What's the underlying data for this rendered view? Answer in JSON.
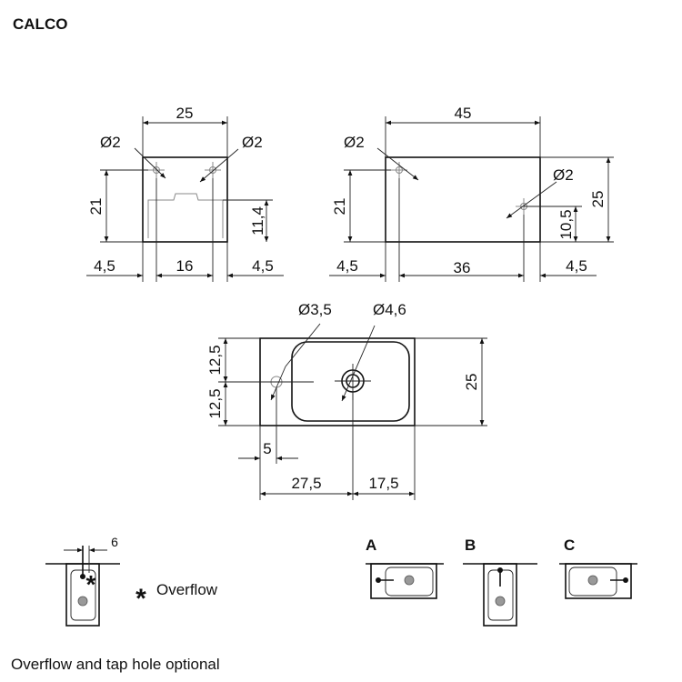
{
  "title": "CALCO",
  "side_view": {
    "width": "25",
    "height": "21",
    "hole_left": "Ø2",
    "hole_right": "Ø2",
    "inner_height": "11,4",
    "offset_left": "4,5",
    "spacing": "16",
    "offset_right": "4,5"
  },
  "front_view": {
    "width": "45",
    "height_total": "25",
    "height_hole": "21",
    "hole_top": "Ø2",
    "hole_right": "Ø2",
    "hole_height": "10,5",
    "offset_left": "4,5",
    "spacing": "36",
    "offset_right": "4,5"
  },
  "top_view": {
    "tap_hole": "Ø3,5",
    "drain_hole": "Ø4,6",
    "upper_half": "12,5",
    "lower_half": "12,5",
    "depth": "25",
    "tap_offset": "5",
    "left_part": "27,5",
    "right_part": "17,5"
  },
  "overflow_detail": {
    "offset": "6",
    "legend_symbol": "*",
    "legend_label": "Overflow"
  },
  "variants": [
    "A",
    "B",
    "C"
  ],
  "footnote": "Overflow and tap hole optional"
}
